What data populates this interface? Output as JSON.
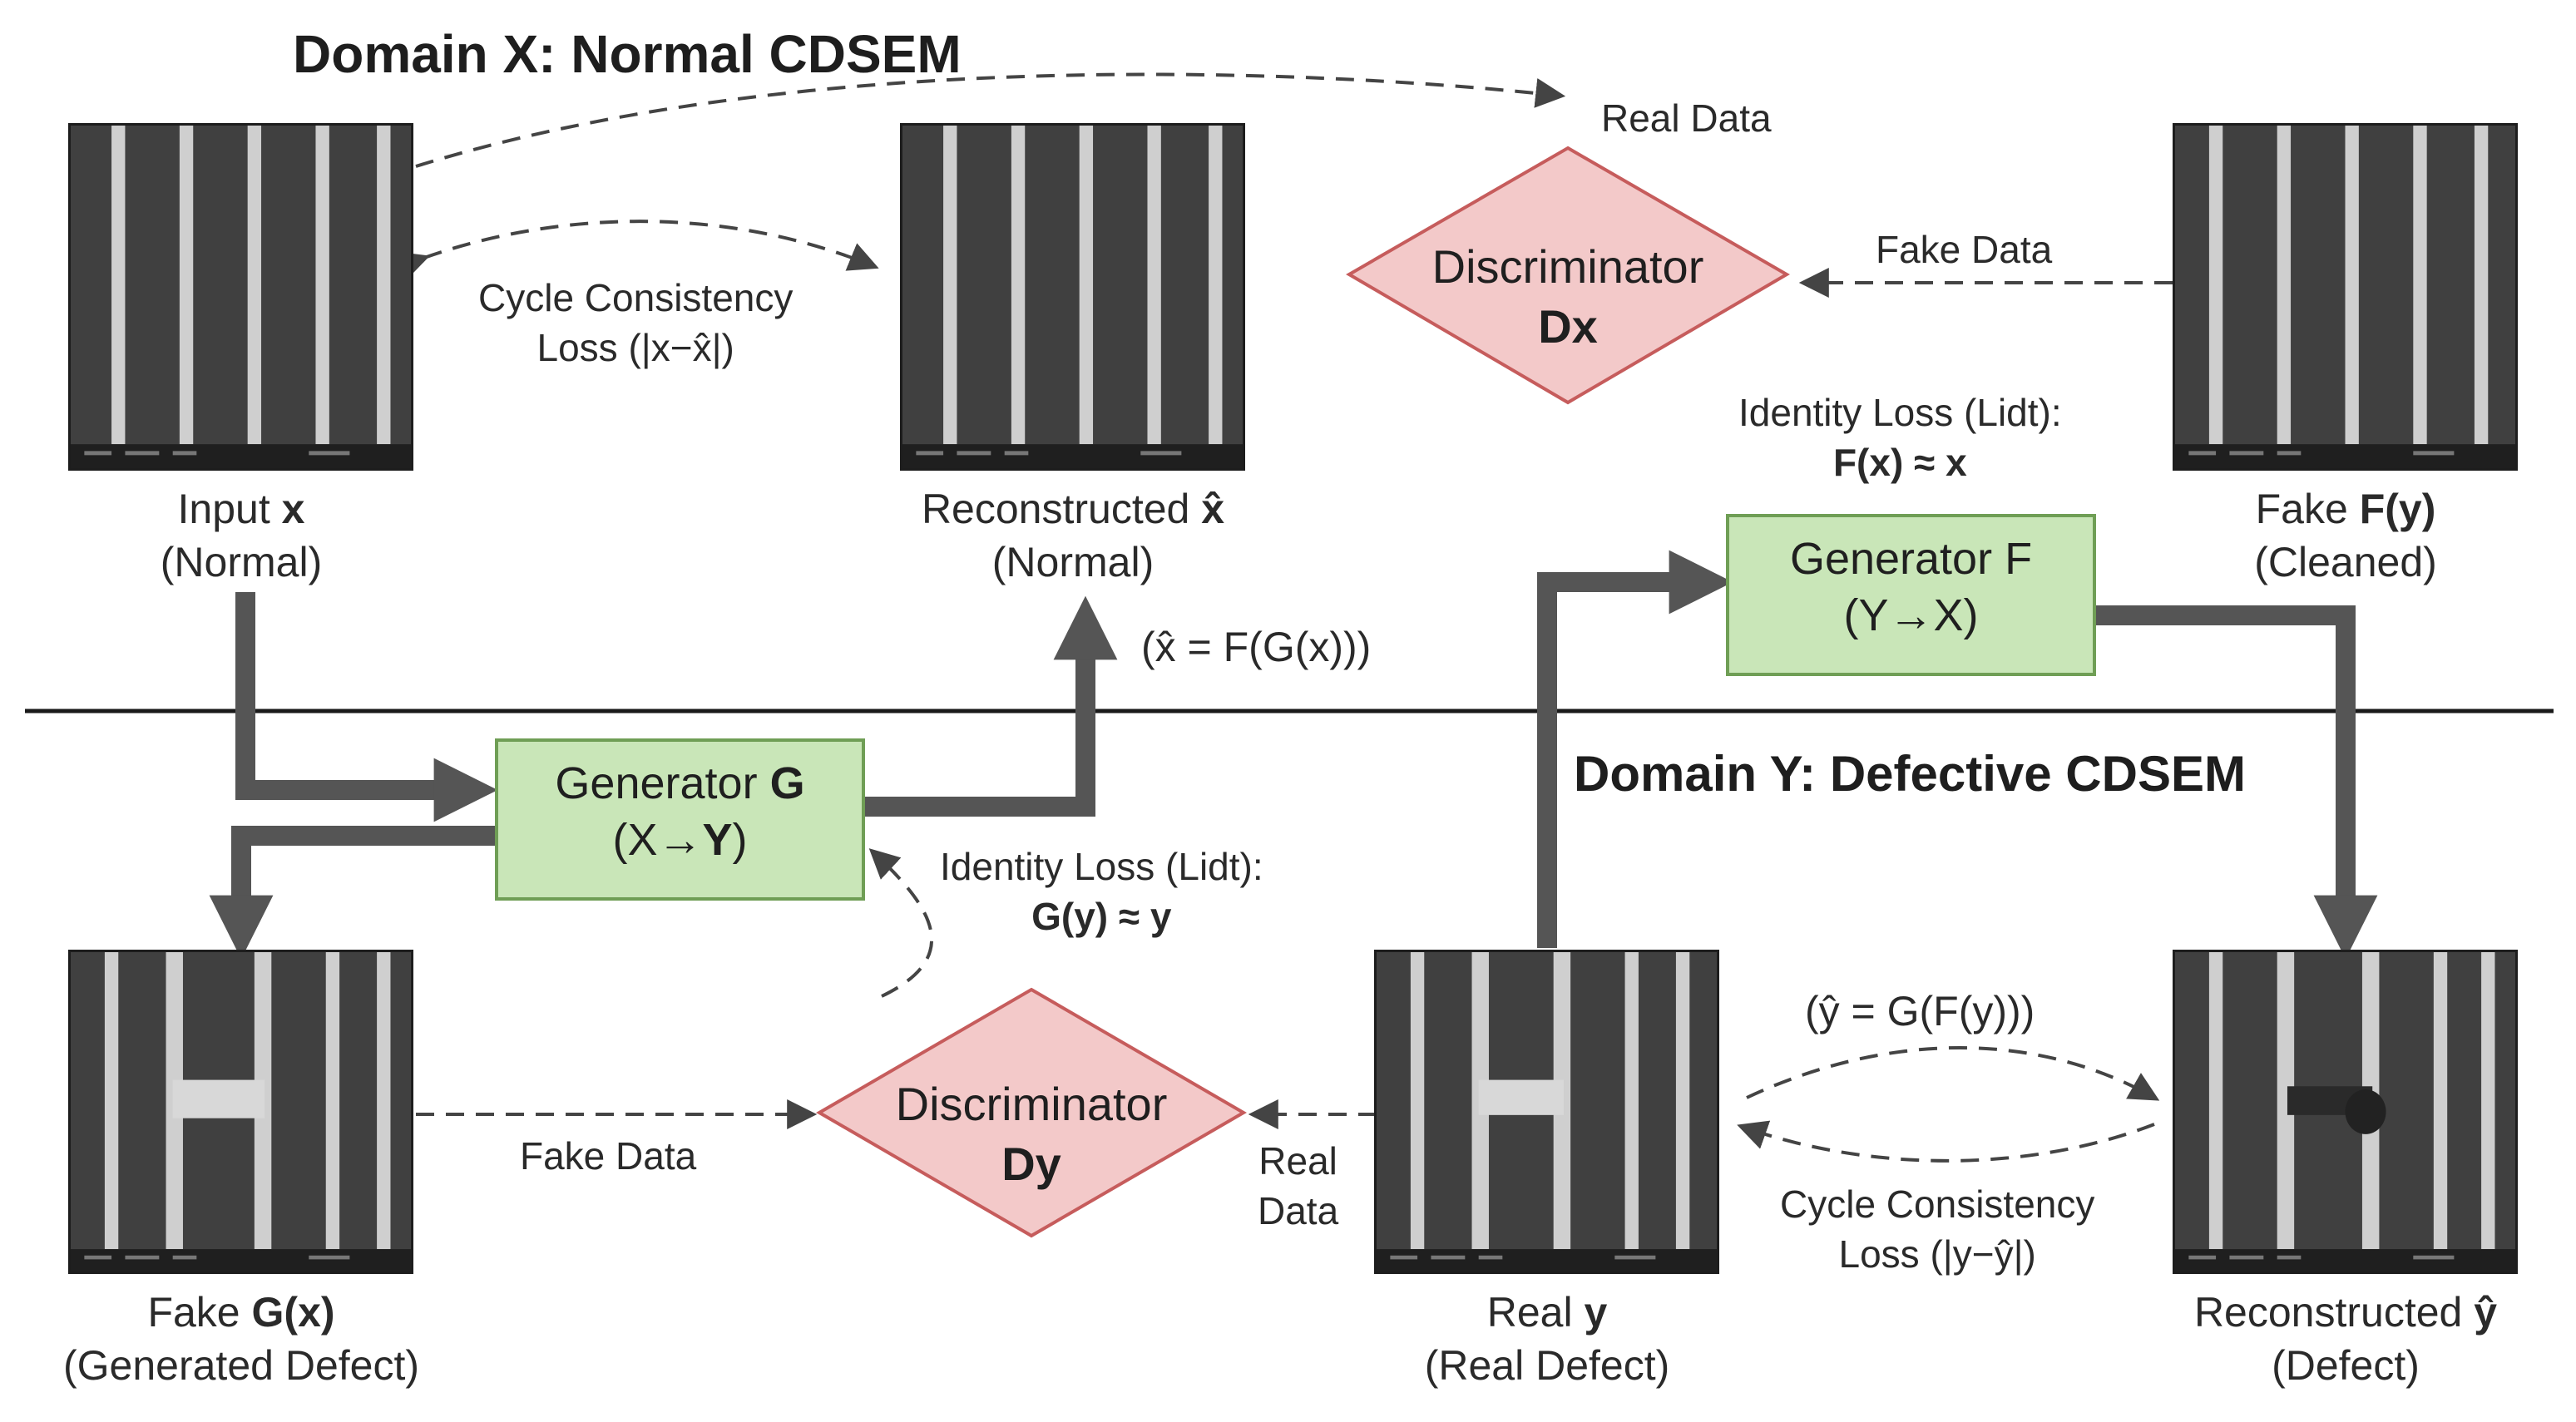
{
  "domain_x": {
    "title": "Domain X: Normal CDSEM"
  },
  "domain_y": {
    "title": "Domain Y: Defective CDSEM"
  },
  "images": {
    "input_x": {
      "line1_pre": "Input ",
      "line1_var": "x",
      "line2": "(Normal)"
    },
    "recon_x": {
      "line1_pre": "Reconstructed ",
      "line1_var": "x̂",
      "line2": "(Normal)"
    },
    "fake_fy": {
      "line1_pre": "Fake ",
      "line1_var": "F(y)",
      "line2": "(Cleaned)"
    },
    "fake_gx": {
      "line1_pre": "Fake ",
      "line1_var": "G(x)",
      "line2": "(Generated Defect)"
    },
    "real_y": {
      "line1_pre": "Real ",
      "line1_var": "y",
      "line2": "(Real Defect)"
    },
    "recon_y": {
      "line1_pre": "Reconstructed ",
      "line1_var": "ŷ",
      "line2": "(Defect)"
    }
  },
  "generators": {
    "g": {
      "line1_pre": "Generator ",
      "line1_var": "G",
      "line2_pre": "(X→",
      "line2_var": "Y",
      "line2_post": ")"
    },
    "f": {
      "line1": "Generator F",
      "line2": "(Y→X)"
    }
  },
  "discriminators": {
    "dx": {
      "line1": "Discriminator",
      "line2": "Dx"
    },
    "dy": {
      "line1": "Discriminator",
      "line2": "Dy"
    }
  },
  "labels": {
    "real_data_top": "Real Data",
    "fake_data_top": "Fake Data",
    "fake_data_bottom": "Fake Data",
    "real_data_bottom_1": "Real",
    "real_data_bottom_2": "Data",
    "cycle_x_1": "Cycle Consistency",
    "cycle_x_2": "Loss (|x−x̂|)",
    "cycle_y_1": "Cycle Consistency",
    "cycle_y_2": "Loss (|y−ŷ|)",
    "identity_f_1": "Identity Loss (Lidt):",
    "identity_f_2": "F(x) ≈ x",
    "identity_g_1": "Identity Loss (Lidt):",
    "identity_g_2": "G(y) ≈ y",
    "xhat_formula": "(x̂ = F(G(x)))",
    "yhat_formula": "(ŷ = G(F(y)))"
  },
  "colors": {
    "generator_fill": "#c9e6b8",
    "generator_border": "#6f9e55",
    "discriminator_fill": "#f3c9c9",
    "discriminator_border": "#c65c5c",
    "arrow": "#555555"
  }
}
